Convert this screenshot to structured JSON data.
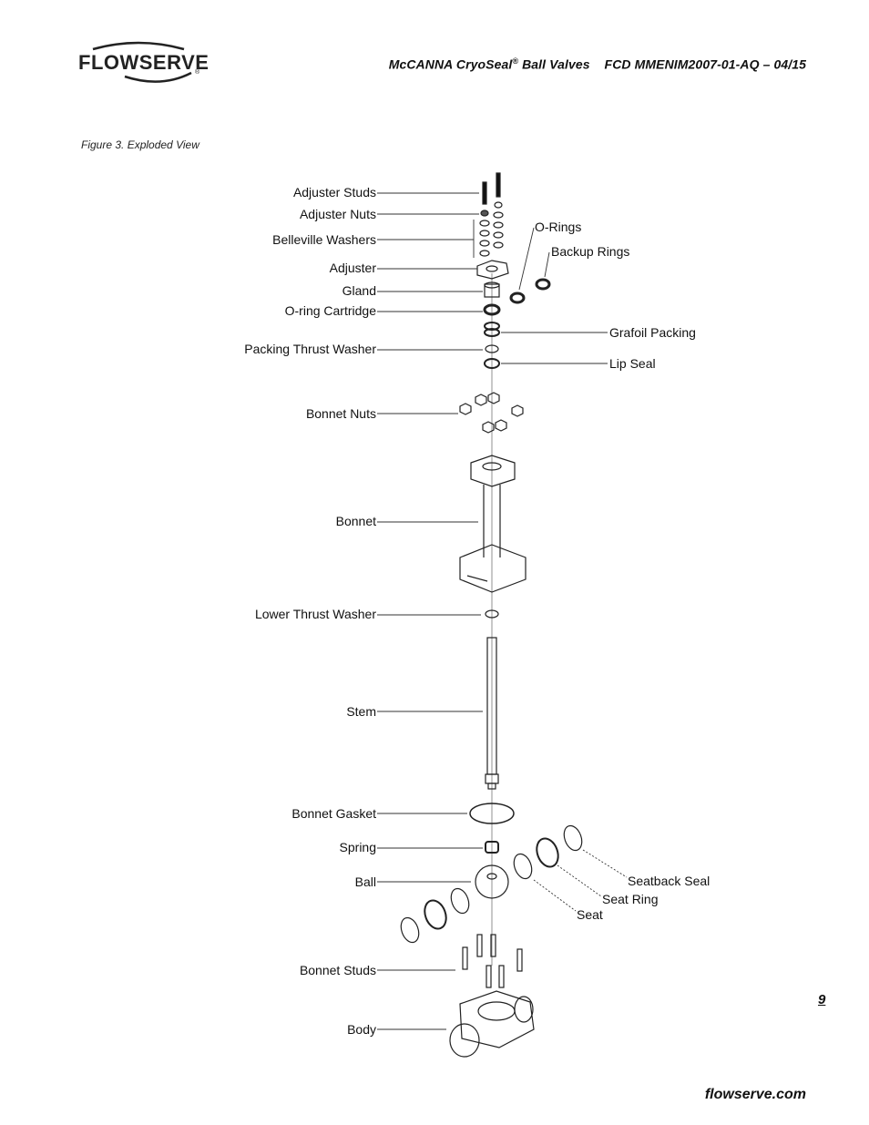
{
  "header": {
    "brand": "FLOWSERVE",
    "title_main": "McCANNA CryoSeal",
    "title_reg": "®",
    "title_rest": " Ball Valves    FCD MMENIM2007-01-AQ – 04/15"
  },
  "figure": {
    "caption": "Figure 3. Exploded View",
    "labels_left": [
      "Adjuster Studs",
      "Adjuster Nuts",
      "Belleville Washers",
      "Adjuster",
      "Gland",
      "O-ring Cartridge",
      "Packing Thrust Washer",
      "Bonnet Nuts",
      "Bonnet",
      "Lower Thrust Washer",
      "Stem",
      "Bonnet Gasket",
      "Spring",
      "Ball",
      "Bonnet Studs",
      "Body"
    ],
    "labels_right": [
      "O-Rings",
      "Backup Rings",
      "Grafoil Packing",
      "Lip Seal",
      "Seatback Seal",
      "Seat Ring",
      "Seat"
    ]
  },
  "page": {
    "number": "9"
  },
  "footer": {
    "website": "flowserve.com"
  }
}
